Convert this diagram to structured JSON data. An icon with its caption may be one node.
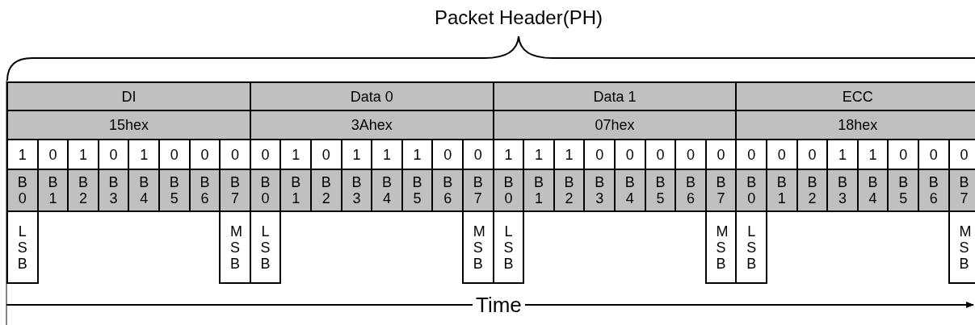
{
  "diagram": {
    "title": "Packet Header(PH)",
    "labels": [
      "DI",
      "Data 0",
      "Data 1",
      "ECC",
      "15hex",
      "3Ahex",
      "07hex",
      "18hex",
      "1",
      "0",
      "1",
      "0",
      "1",
      "0",
      "0",
      "0",
      "0",
      "1",
      "0",
      "1",
      "1",
      "1",
      "0",
      "0",
      "1",
      "1",
      "1",
      "0",
      "0",
      "0",
      "0",
      "0",
      "0",
      "0",
      "0",
      "1",
      "1",
      "0",
      "0",
      "0",
      "B0",
      "B1",
      "B2",
      "B3",
      "B4",
      "B5",
      "B6",
      "B7",
      "B0",
      "B1",
      "B2",
      "B3",
      "B4",
      "B5",
      "B6",
      "B7",
      "B0",
      "B1",
      "B2",
      "B3",
      "B4",
      "B5",
      "B6",
      "B7",
      "B0",
      "B1",
      "B2",
      "B3",
      "B4",
      "B5",
      "B6",
      "B7",
      "LSB",
      "MSB",
      "LSB",
      "MSB",
      "LSB",
      "MSB",
      "LSB",
      "MSB",
      "Time"
    ]
  }
}
